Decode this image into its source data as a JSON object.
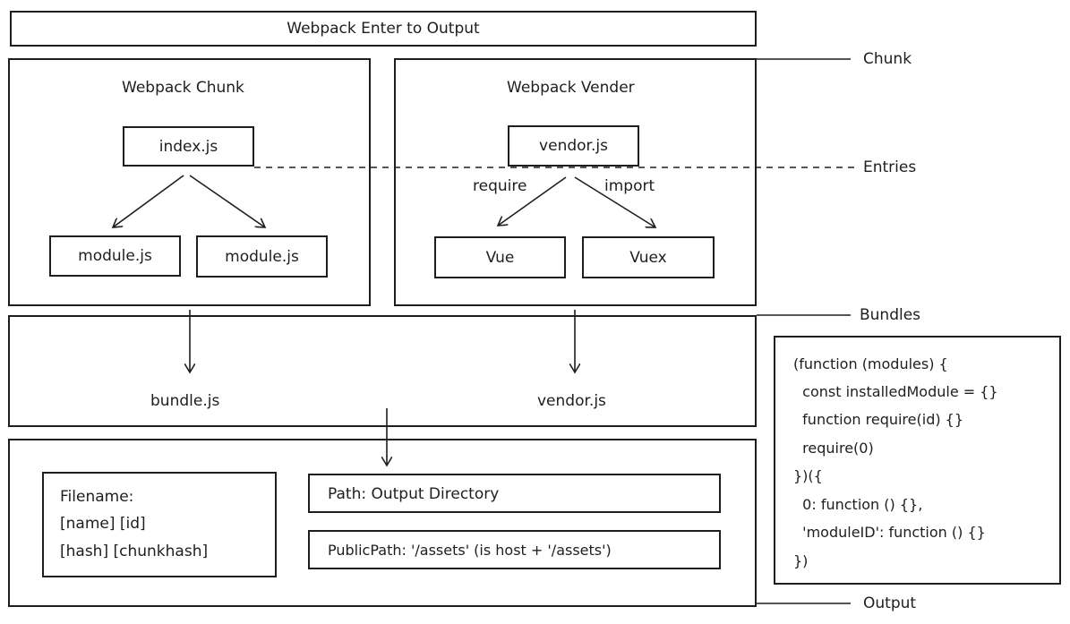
{
  "title": "Webpack Enter to Output",
  "side_labels": {
    "chunk": "Chunk",
    "entries": "Entries",
    "bundles": "Bundles",
    "output": "Output"
  },
  "chunk_box": {
    "title": "Webpack Chunk",
    "entry": "index.js",
    "modules": [
      "module.js",
      "module.js"
    ]
  },
  "vendor_box": {
    "title": "Webpack Vender",
    "entry": "vendor.js",
    "edge_labels": [
      "require",
      "import"
    ],
    "modules": [
      "Vue",
      "Vuex"
    ]
  },
  "bundles": [
    "bundle.js",
    "vendor.js"
  ],
  "output": {
    "filename_lines": [
      "Filename:",
      "[name] [id]",
      "[hash] [chunkhash]"
    ],
    "path": "Path: Output Directory",
    "public_path": "PublicPath: '/assets' (is host + '/assets')"
  },
  "code_lines": [
    "(function (modules) {",
    "  const installedModule = {}",
    "  function require(id) {}",
    "  require(0)",
    "})({",
    "  0: function () {},",
    "  'moduleID': function () {}",
    "})"
  ]
}
